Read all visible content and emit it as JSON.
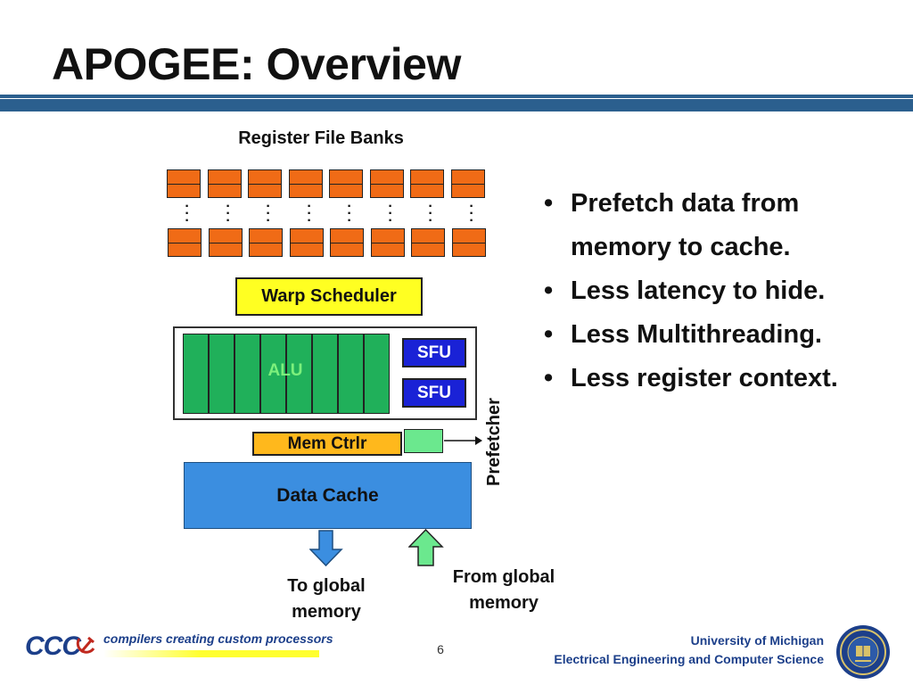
{
  "title": "APOGEE: Overview",
  "diagram": {
    "register_file_label": "Register File Banks",
    "warp_scheduler_label": "Warp Scheduler",
    "alu_label": "ALU",
    "sfu_labels": [
      "SFU",
      "SFU"
    ],
    "mem_ctrl_label": "Mem Ctrlr",
    "prefetcher_label": "Prefetcher",
    "data_cache_label": "Data Cache",
    "to_global_label": "To global memory",
    "from_global_label": "From global memory",
    "register_bank_count": 8,
    "alu_lane_count": 8
  },
  "bullets": [
    "Prefetch data from memory to cache.",
    "Less latency to hide.",
    "Less Multithreading.",
    "Less register context."
  ],
  "footer": {
    "logo_abbr": "CCC",
    "logo_text": "compilers creating custom processors",
    "page_number": "6",
    "university_line1": "University of Michigan",
    "university_line2": "Electrical Engineering and Computer Science"
  },
  "colors": {
    "title_bar": "#2b5f8e",
    "register_bank": "#f06b16",
    "warp_scheduler": "#ffff22",
    "alu": "#20b05a",
    "sfu": "#1a22d6",
    "mem_ctrl": "#ffb81c",
    "prefetch_buffer": "#6be88e",
    "data_cache": "#3b8ee0"
  }
}
